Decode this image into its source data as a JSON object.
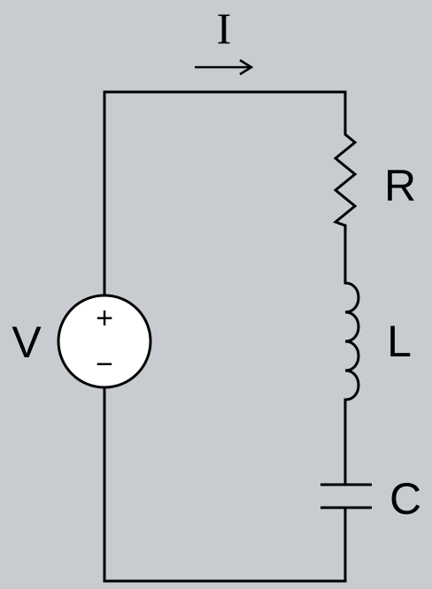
{
  "diagram": {
    "current_label": "I",
    "source_label": "V",
    "source_plus": "+",
    "source_minus": "−",
    "resistor_label": "R",
    "inductor_label": "L",
    "capacitor_label": "C"
  },
  "colors": {
    "background": "#c8ccd1",
    "wire": "#000000",
    "source_fill": "#ffffff"
  },
  "icons": {
    "current_arrow": "right-arrow-icon",
    "voltage_source": "voltage-source-icon",
    "resistor": "resistor-icon",
    "inductor": "inductor-icon",
    "capacitor": "capacitor-icon"
  }
}
